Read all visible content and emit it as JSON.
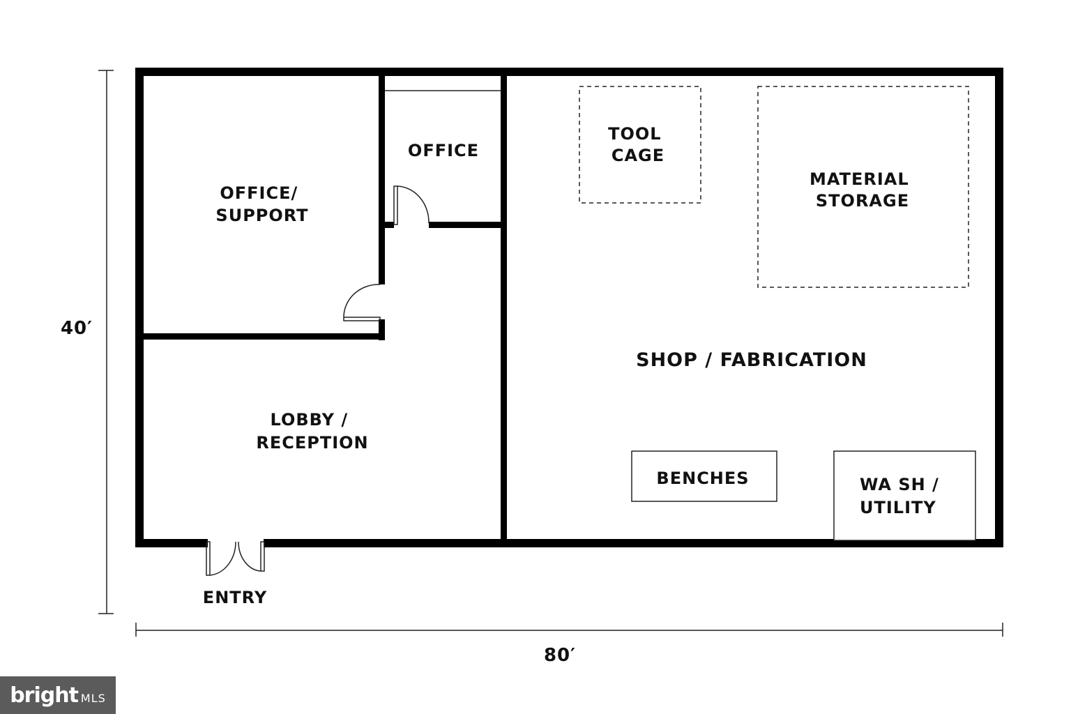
{
  "rooms": {
    "office_support": [
      "OFFICE/",
      "SUPPORT"
    ],
    "office": "OFFICE",
    "lobby_reception": [
      "LOBBY /",
      "RECEPTION"
    ],
    "tool_cage": [
      "TOOL",
      "CAGE"
    ],
    "material_storage": [
      "MATERIAL",
      "STORAGE"
    ],
    "shop_fabrication": "SHOP / FABRICATION",
    "benches": "BENCHES",
    "wash_utility": [
      "WA SH /",
      "UTILITY"
    ],
    "entry": "ENTRY"
  },
  "dimensions": {
    "height": "40′",
    "width": "80′"
  },
  "watermark": {
    "brand": "bright",
    "suffix": "MLS"
  }
}
